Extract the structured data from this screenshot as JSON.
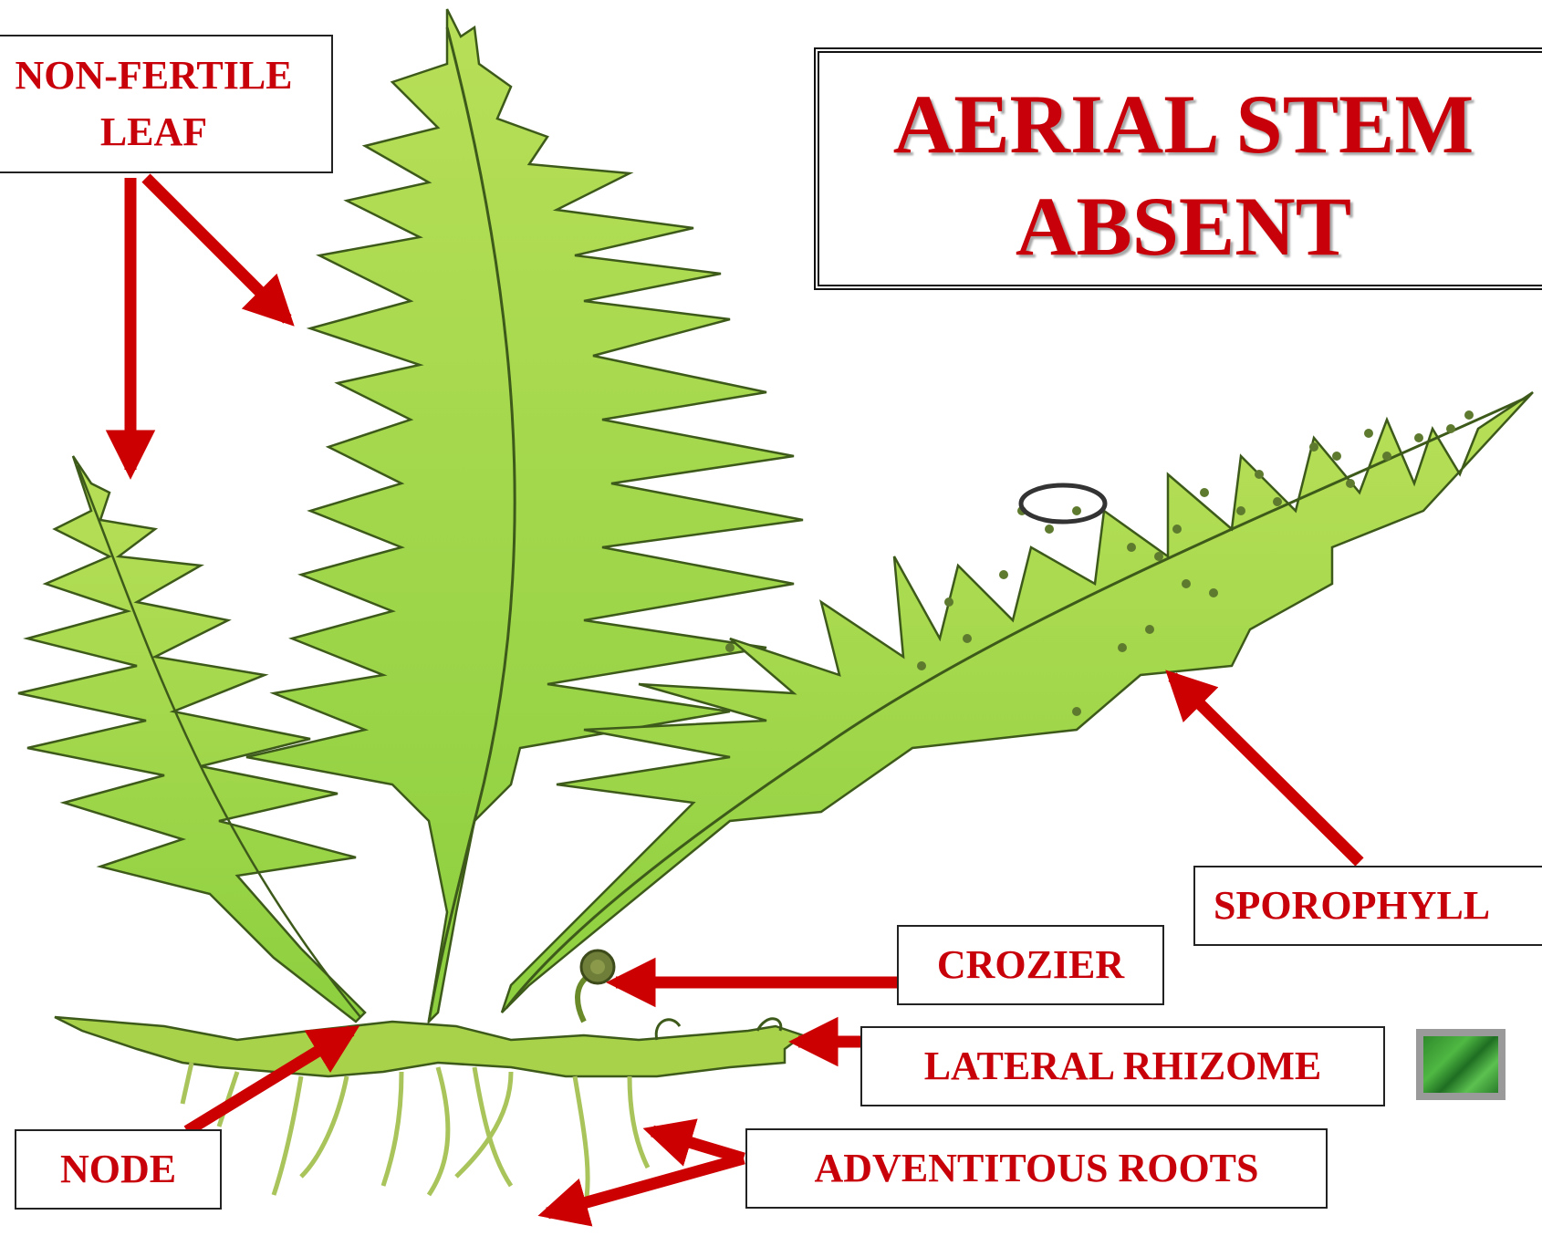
{
  "title": {
    "line1": "AERIAL STEM",
    "line2": "ABSENT"
  },
  "labels": {
    "non_fertile_leaf_line1": "NON-FERTILE",
    "non_fertile_leaf_line2": "LEAF",
    "sporophyll": "SPOROPHYLL",
    "crozier": "CROZIER",
    "lateral_rhizome": "LATERAL RHIZOME",
    "node": "NODE",
    "adventitous_roots": "ADVENTITOUS ROOTS"
  },
  "colors": {
    "label_text": "#c8000a",
    "arrow": "#cc0000",
    "leaf_fill": "#a9d84a",
    "leaf_outline": "#3d5a1a",
    "sorus": "#5e7a2e"
  }
}
